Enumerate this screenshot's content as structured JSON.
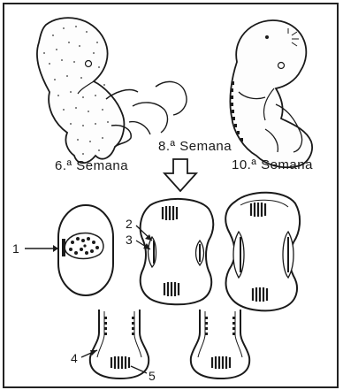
{
  "weeks": {
    "week6": "6.ª Semana",
    "week8": "8.ª Semana",
    "week10": "10.ª Semana"
  },
  "callouts": {
    "c1": "1",
    "c2": "2",
    "c3": "3",
    "c4": "4",
    "c5": "5"
  }
}
